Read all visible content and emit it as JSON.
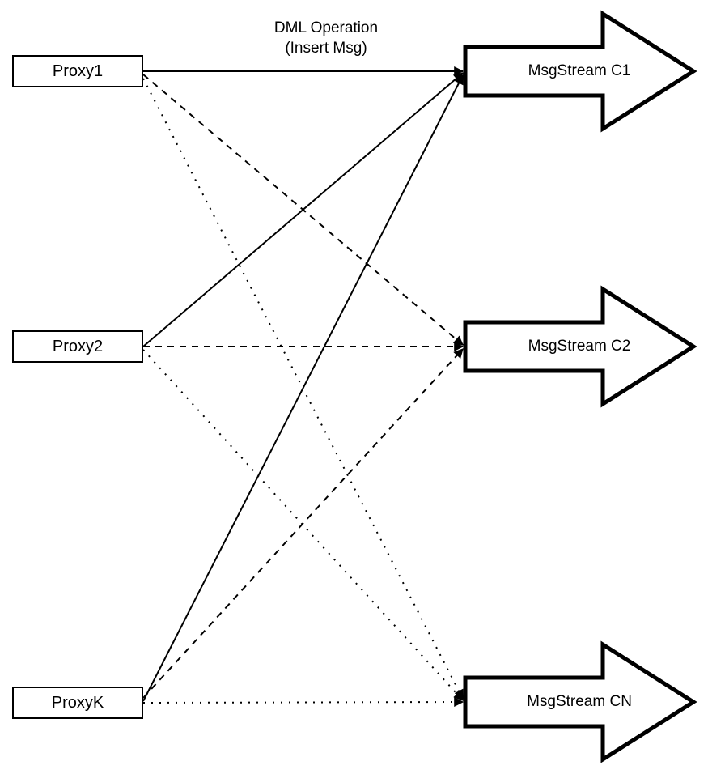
{
  "diagram": {
    "background_color": "#ffffff",
    "stroke_color": "#000000",
    "shape_fill_color": "#ffffff",
    "edge_label": {
      "line1": "DML Operation",
      "line2": "(Insert Msg)"
    },
    "proxies": [
      {
        "label": "Proxy1"
      },
      {
        "label": "Proxy2"
      },
      {
        "label": "ProxyK"
      }
    ],
    "streams": [
      {
        "label": "MsgStream C1"
      },
      {
        "label": "MsgStream C2"
      },
      {
        "label": "MsgStream CN"
      }
    ],
    "connections": [
      {
        "from": "Proxy1",
        "to": "MsgStream C1",
        "style": "solid",
        "label": "DML Operation (Insert Msg)"
      },
      {
        "from": "Proxy2",
        "to": "MsgStream C1",
        "style": "solid",
        "label": ""
      },
      {
        "from": "ProxyK",
        "to": "MsgStream C1",
        "style": "solid",
        "label": ""
      },
      {
        "from": "Proxy1",
        "to": "MsgStream C2",
        "style": "dashed",
        "label": ""
      },
      {
        "from": "Proxy2",
        "to": "MsgStream C2",
        "style": "dashed",
        "label": ""
      },
      {
        "from": "ProxyK",
        "to": "MsgStream C2",
        "style": "dashed",
        "label": ""
      },
      {
        "from": "Proxy1",
        "to": "MsgStream CN",
        "style": "dotted",
        "label": ""
      },
      {
        "from": "Proxy2",
        "to": "MsgStream CN",
        "style": "dotted",
        "label": ""
      },
      {
        "from": "ProxyK",
        "to": "MsgStream CN",
        "style": "dotted",
        "label": ""
      }
    ]
  }
}
